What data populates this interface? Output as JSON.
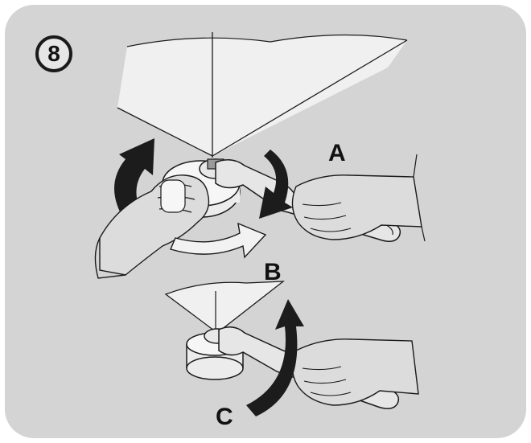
{
  "figure": {
    "step_number": "8",
    "labels": {
      "a": "A",
      "b": "B",
      "c": "C"
    }
  },
  "colors": {
    "panel_background": "#d4d4d4",
    "panel_border": "#ffffff",
    "outline": "#1a1a1a",
    "arrow_dark": "#1c1c1c",
    "arrow_light": "#f2f2f2",
    "material": "#f0f0f0",
    "knob": "#ececec",
    "skin": "#dcdcdc"
  }
}
